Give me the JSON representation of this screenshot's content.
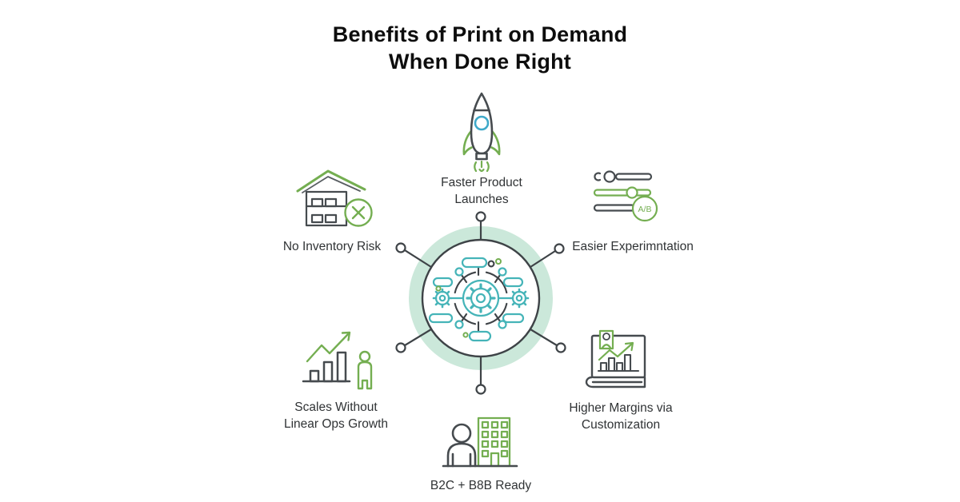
{
  "title": {
    "line1": "Benefits of Print on Demand",
    "line2": "When Done Right"
  },
  "hub": {
    "icon": "automation-gears-hub-icon",
    "spoke_count": 6
  },
  "benefits": [
    {
      "id": "faster-product-launches",
      "label": "Faster Product\nLaunches",
      "icon": "rocket-icon",
      "position": "top"
    },
    {
      "id": "easier-experimentation",
      "label": "Easier Experimntation",
      "icon": "ab-test-sliders-icon",
      "icon_badge": "A/B",
      "position": "right-top"
    },
    {
      "id": "higher-margins",
      "label": "Higher Margins via\nCustomization",
      "icon": "book-chart-icon",
      "position": "right-bottom"
    },
    {
      "id": "b2c-b2b-ready",
      "label": "B2C + B8B Ready",
      "icon": "person-building-icon",
      "position": "bottom"
    },
    {
      "id": "scales-without-linear-ops",
      "label": "Scales Without\nLinear Ops Growth",
      "icon": "growth-chart-person-icon",
      "position": "left-bottom"
    },
    {
      "id": "no-inventory-risk",
      "label": "No Inventory Risk",
      "icon": "warehouse-cross-icon",
      "position": "left-top"
    }
  ],
  "colors": {
    "background": "#ffffff",
    "title_text": "#0d0d0d",
    "label_text": "#303335",
    "outline_dark": "#3e4347",
    "green": "#74ae51",
    "teal": "#45b4b8",
    "teal_window": "#3fa9c9",
    "mint_ring": "#cbe8da"
  }
}
